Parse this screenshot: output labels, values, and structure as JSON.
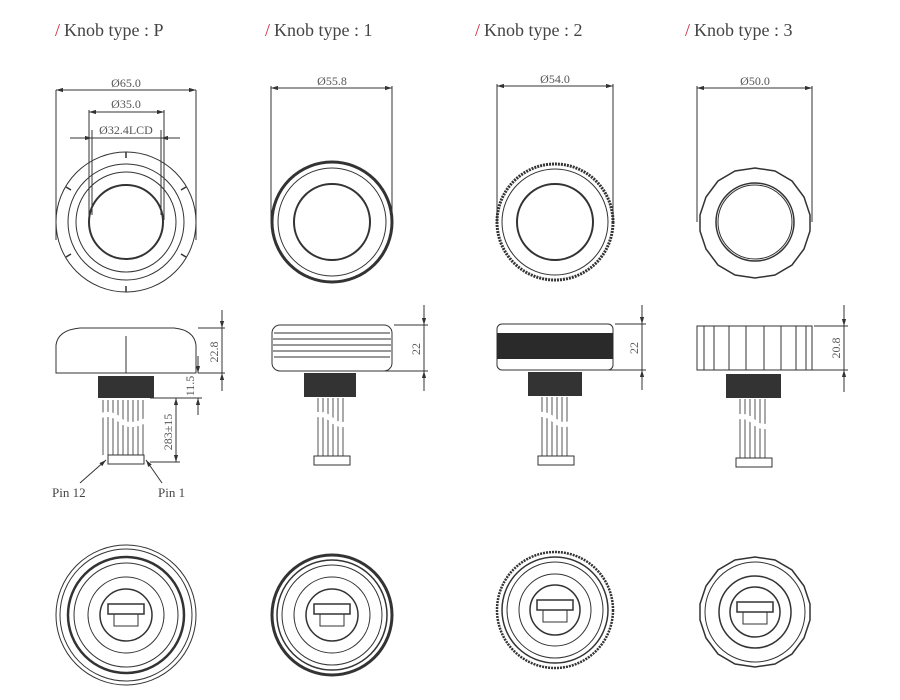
{
  "knobs": [
    {
      "slash": "/",
      "title": "Knob type : P",
      "top_dims": [
        "Ø65.0",
        "Ø35.0",
        "Ø32.4LCD"
      ],
      "height_dims": [
        "22.8",
        "11.5",
        "283±15"
      ],
      "pin_labels": [
        "Pin 12",
        "Pin 1"
      ]
    },
    {
      "slash": "/",
      "title": "Knob type : 1",
      "top_dims": [
        "Ø55.8"
      ],
      "height_dims": [
        "22"
      ]
    },
    {
      "slash": "/",
      "title": "Knob type : 2",
      "top_dims": [
        "Ø54.0"
      ],
      "height_dims": [
        "22"
      ]
    },
    {
      "slash": "/",
      "title": "Knob type : 3",
      "top_dims": [
        "Ø50.0"
      ],
      "height_dims": [
        "20.8"
      ]
    }
  ],
  "colors": {
    "accent": "#d2283c",
    "line": "#333333",
    "text": "#444444"
  }
}
